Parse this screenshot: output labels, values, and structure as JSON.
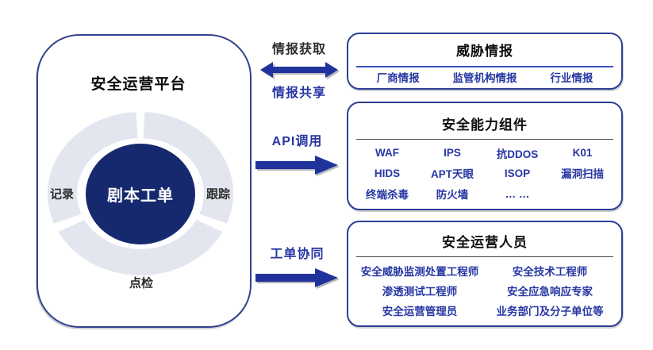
{
  "platform": {
    "title": "安全运营平台",
    "core_label": "剧本工单",
    "ring_labels": {
      "left": "记录",
      "right": "跟踪",
      "bottom": "点检"
    }
  },
  "flows": {
    "intel": {
      "label_top": "情报获取",
      "label_bottom": "情报共享",
      "direction": "bidirectional"
    },
    "api": {
      "label": "API调用",
      "direction": "right"
    },
    "ticket": {
      "label": "工单协同",
      "direction": "right"
    }
  },
  "boxes": [
    {
      "title": "威胁情报",
      "items": [
        "厂商情报",
        "监管机构情报",
        "行业情报"
      ]
    },
    {
      "title": "安全能力组件",
      "items": [
        "WAF",
        "IPS",
        "抗DDOS",
        "K01",
        "HIDS",
        "APT天眼",
        "ISOP",
        "漏洞扫描",
        "终端杀毒",
        "防火墙",
        "… …"
      ]
    },
    {
      "title": "安全运营人员",
      "items": [
        "安全威胁监测处置工程师",
        "安全技术工程师",
        "渗透测试工程师",
        "安全应急响应专家",
        "安全运营管理员",
        "业务部门及分子单位等"
      ]
    }
  ],
  "colors": {
    "arrow_blue": "#20339c",
    "core_navy": "#16296f",
    "ring_gray": "#e3e6ef",
    "item_blue": "#2737a3",
    "box_border_blue": "#2c3e96",
    "divider_blue": "#3a52b8",
    "divider_gray": "#4a4a4a",
    "title_black": "#0d0d0d"
  }
}
